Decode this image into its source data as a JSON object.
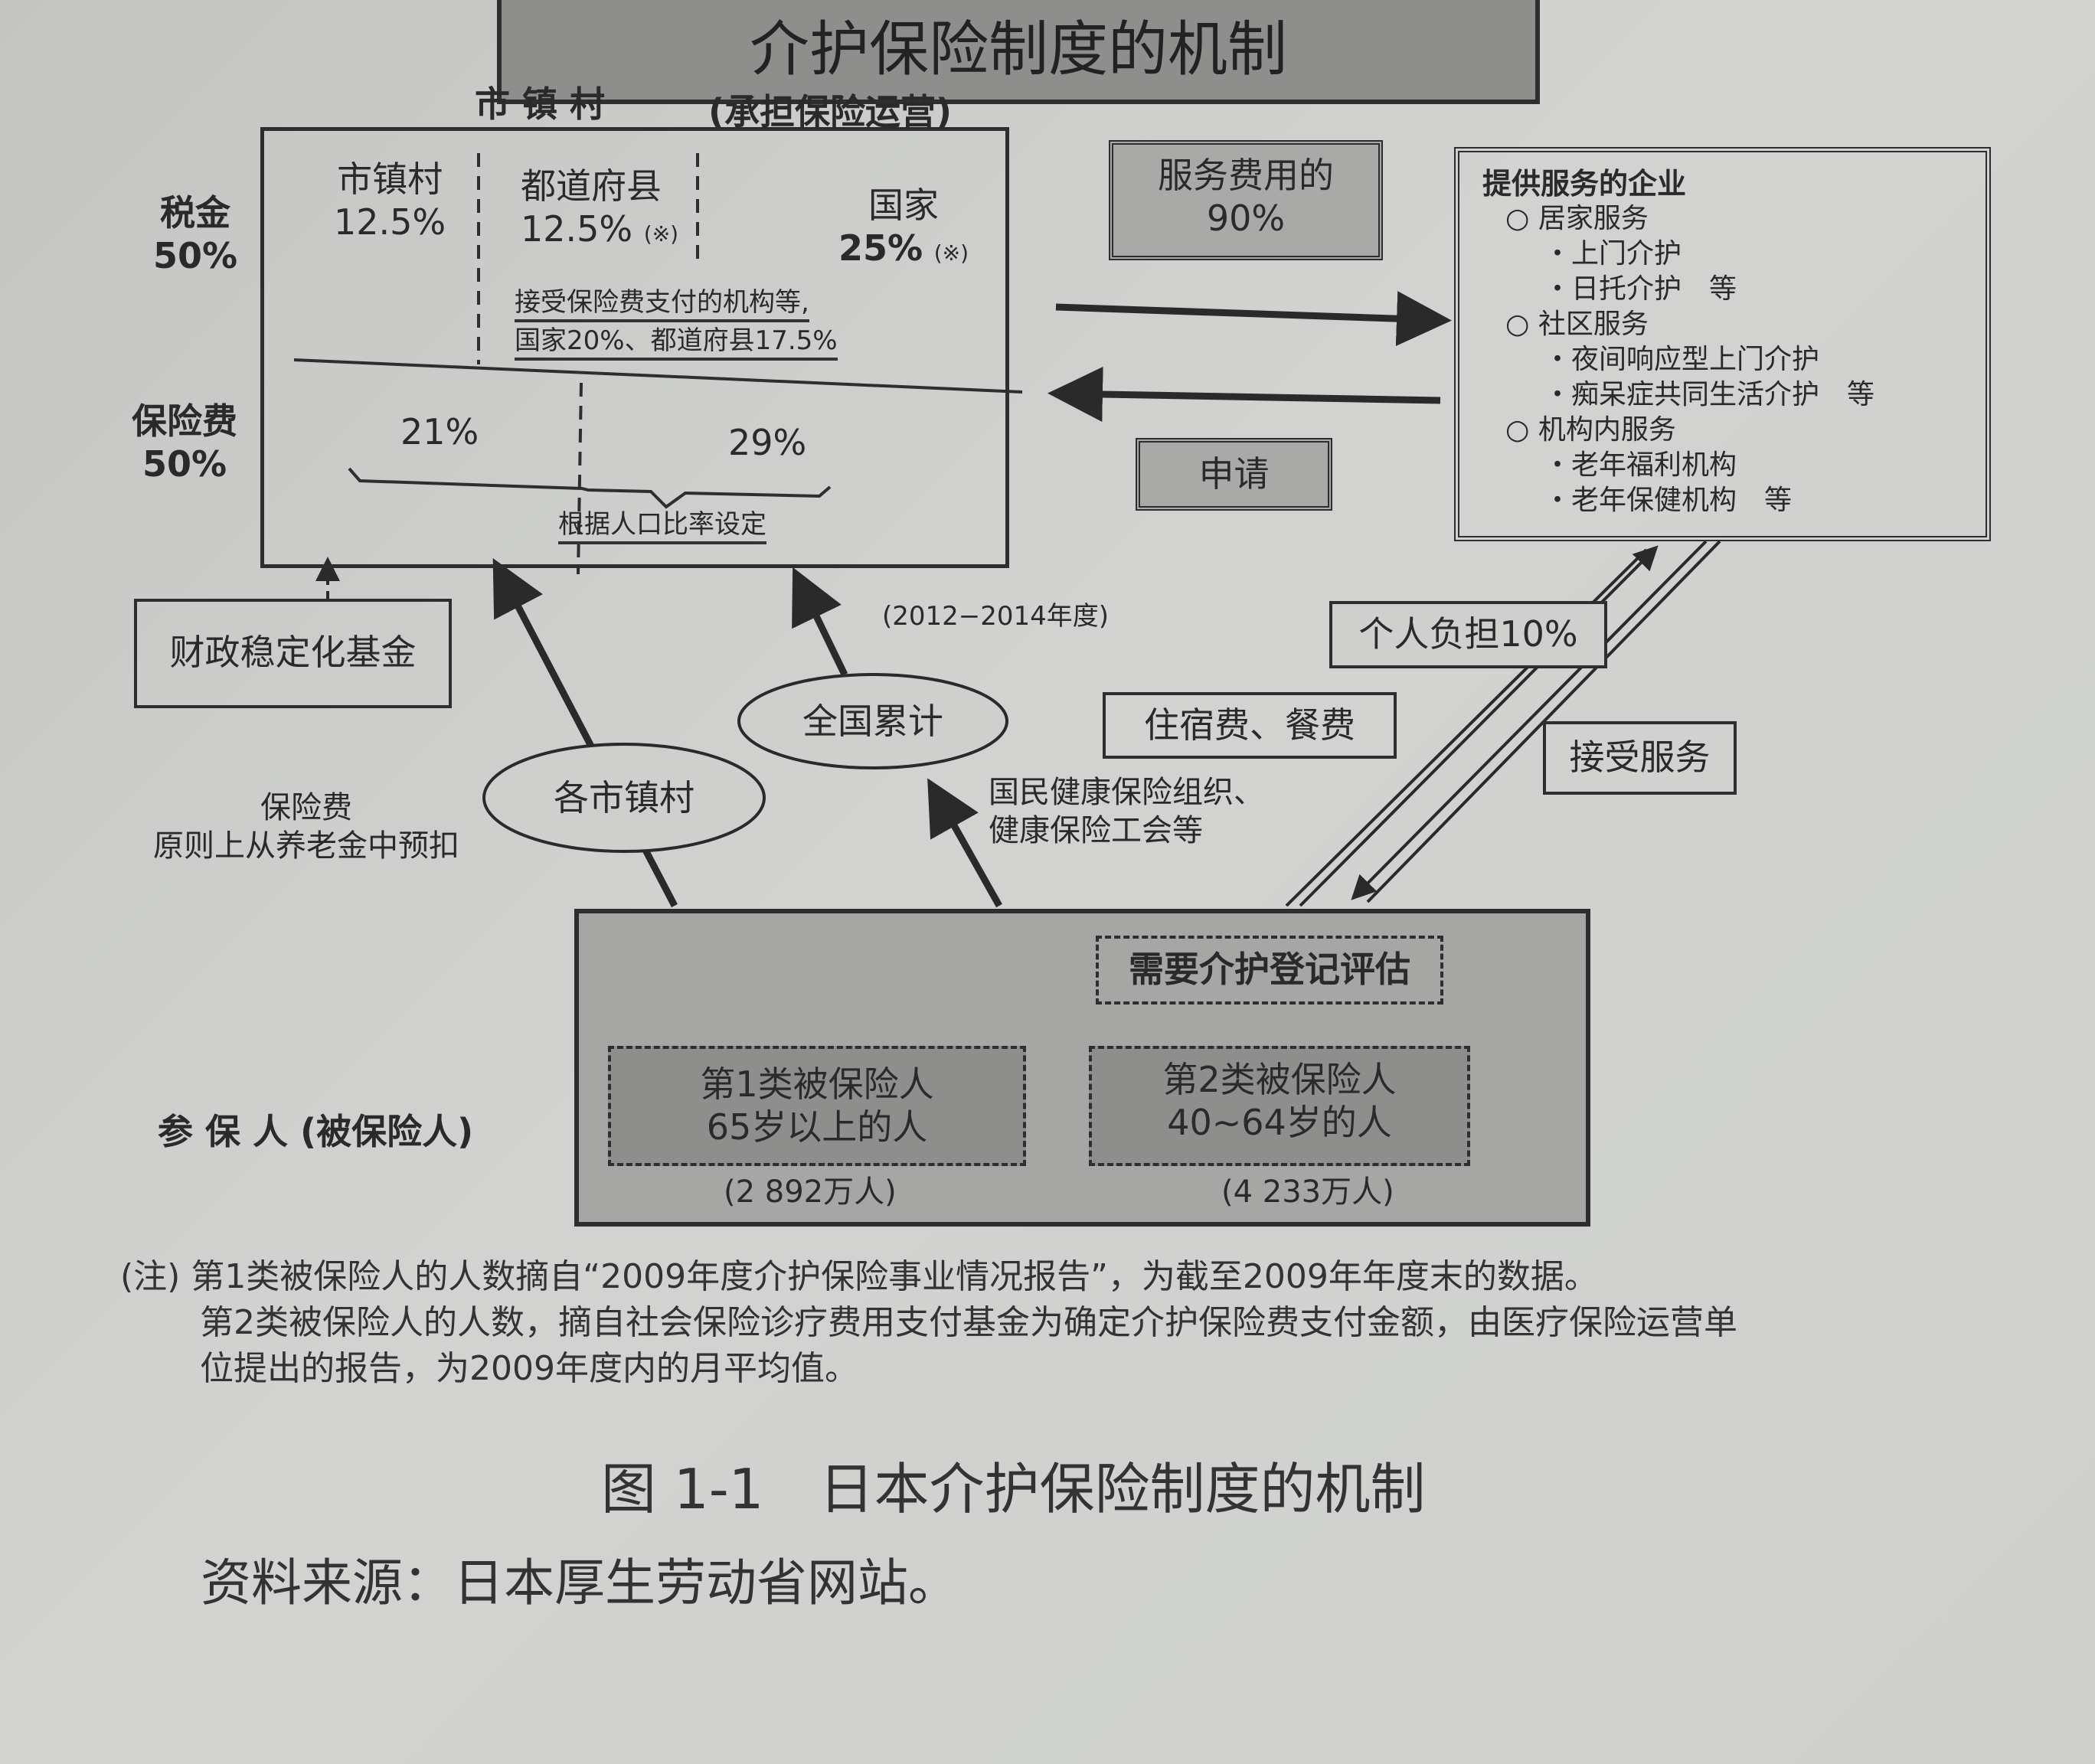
{
  "title": "介护保险制度的机制",
  "insurer": {
    "label": "市 镇 村",
    "role": "(承担保险运营)"
  },
  "funding": {
    "tax_label": "税金",
    "tax_share": "50%",
    "premium_label": "保险费",
    "premium_share": "50%",
    "municipal": {
      "name": "市镇村",
      "share": "12.5%"
    },
    "prefecture": {
      "name": "都道府县",
      "share": "12.5%",
      "mark": "(※)"
    },
    "state": {
      "name": "国家",
      "share": "25%",
      "mark": "(※)"
    },
    "facility_note_1": "接受保险费支付的机构等,",
    "facility_note_2": "国家20%、都道府县17.5%",
    "premium_split_1": "21%",
    "premium_split_2": "29%",
    "premium_basis": "根据人口比率设定"
  },
  "service_fee": {
    "line1": "服务费用的",
    "line2": "90%"
  },
  "apply_label": "申请",
  "fiscal_fund": "财政稳定化基金",
  "period": "(2012−2014年度)",
  "national_total": "全国累计",
  "each_municipality": "各市镇村",
  "premium_note": {
    "line1": "保险费",
    "line2": "原则上从养老金中预扣"
  },
  "health_insurers": {
    "line1": "国民健康保险组织、",
    "line2": "健康保险工会等"
  },
  "lodging_meals": "住宿费、餐费",
  "copay": "个人负担10%",
  "receive_service": "接受服务",
  "providers": {
    "title": "提供服务的企业",
    "groups": [
      {
        "name": "居家服务",
        "items": [
          "上门介护",
          "日托介护　等"
        ]
      },
      {
        "name": "社区服务",
        "items": [
          "夜间响应型上门介护",
          "痴呆症共同生活介护　等"
        ]
      },
      {
        "name": "机构内服务",
        "items": [
          "老年福利机构",
          "老年保健机构　等"
        ]
      }
    ]
  },
  "insured": {
    "label": "参 保 人 (被保险人)",
    "assessment": "需要介护登记评估",
    "class1": {
      "line1": "第1类被保险人",
      "line2": "65岁以上的人",
      "count": "(2 892万人)"
    },
    "class2": {
      "line1": "第2类被保险人",
      "line2": "40~64岁的人",
      "count": "(4 233万人)"
    }
  },
  "notes": [
    "(注) 第1类被保险人的人数摘自“2009年度介护保险事业情况报告”，为截至2009年年度末的数据。",
    "第2类被保险人的人数，摘自社会保险诊疗费用支付基金为确定介护保险费支付金额，由医疗保险运营单",
    "位提出的报告，为2009年度内的月平均值。"
  ],
  "caption": "图 1-1　日本介护保险制度的机制",
  "source": "资料来源：日本厚生劳动省网站。"
}
